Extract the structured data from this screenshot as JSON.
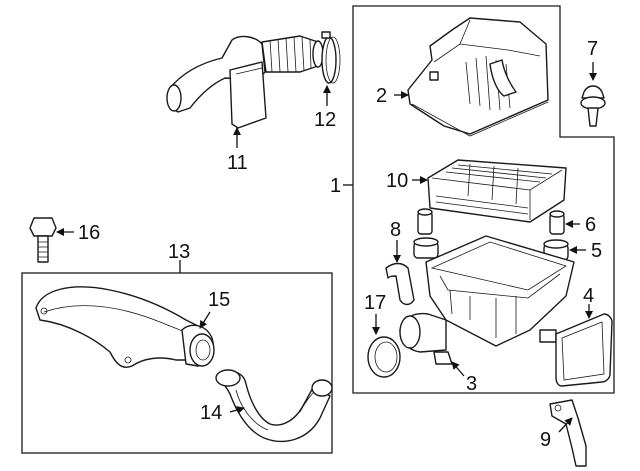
{
  "diagram": {
    "callouts": {
      "p1": "1",
      "p2": "2",
      "p3": "3",
      "p4": "4",
      "p5": "5",
      "p6": "6",
      "p7": "7",
      "p8": "8",
      "p9": "9",
      "p10": "10",
      "p11": "11",
      "p12": "12",
      "p13": "13",
      "p14": "14",
      "p15": "15",
      "p16": "16",
      "p17": "17"
    },
    "line_color": "#1a1a1a",
    "background_color": "#ffffff"
  }
}
